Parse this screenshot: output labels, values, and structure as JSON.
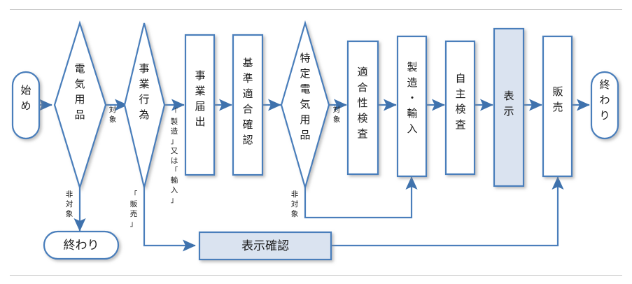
{
  "diagram": {
    "title_visible": false,
    "colors": {
      "stroke": "#4a7ebb",
      "fill_default": "#ffffff",
      "fill_highlight": "#dae3f0",
      "text": "#1a1a1a",
      "rule": "#c9c9c9",
      "background": "#ffffff"
    },
    "nodes": [
      {
        "id": "start",
        "shape": "terminator",
        "label": "始め",
        "orientation": "vertical",
        "filled": false
      },
      {
        "id": "denki-yohin",
        "shape": "decision",
        "label": "電気用品",
        "orientation": "vertical",
        "filled": false
      },
      {
        "id": "jigyo-koi",
        "shape": "decision",
        "label": "事業行為",
        "orientation": "vertical",
        "filled": false
      },
      {
        "id": "jigyo-todoke",
        "shape": "process",
        "label": "事業届出",
        "orientation": "vertical",
        "filled": false
      },
      {
        "id": "kijun-tekigo",
        "shape": "process",
        "label": "基準適合確認",
        "orientation": "vertical",
        "filled": false
      },
      {
        "id": "tokutei",
        "shape": "decision",
        "label": "特定電気用品",
        "orientation": "vertical",
        "filled": false
      },
      {
        "id": "tekigosei",
        "shape": "process",
        "label": "適合性検査",
        "orientation": "vertical",
        "filled": false
      },
      {
        "id": "seizo-yunyu",
        "shape": "process",
        "label": "製造・輸入",
        "orientation": "vertical",
        "filled": false
      },
      {
        "id": "jishu-kensa",
        "shape": "process",
        "label": "自主検査",
        "orientation": "vertical",
        "filled": false
      },
      {
        "id": "hyoji",
        "shape": "process",
        "label": "表示",
        "orientation": "vertical",
        "filled": true
      },
      {
        "id": "hanbai",
        "shape": "process",
        "label": "販売",
        "orientation": "vertical",
        "filled": false
      },
      {
        "id": "end-right",
        "shape": "terminator",
        "label": "終わり",
        "orientation": "vertical",
        "filled": false
      },
      {
        "id": "end-left",
        "shape": "terminator",
        "label": "終わり",
        "orientation": "horizontal",
        "filled": false
      },
      {
        "id": "hyoji-kakunin",
        "shape": "process",
        "label": "表示確認",
        "orientation": "horizontal",
        "filled": true
      }
    ],
    "edge_labels": [
      {
        "id": "lbl-taisho-1",
        "text": "対象",
        "orientation": "vertical",
        "from": "denki-yohin",
        "to": "jigyo-koi"
      },
      {
        "id": "lbl-hitaisho-1",
        "text": "非対象",
        "orientation": "vertical",
        "from": "denki-yohin",
        "to": "end-left"
      },
      {
        "id": "lbl-seizo-yunyu",
        "text": "「製造」又は「輸入」",
        "orientation": "vertical",
        "from": "jigyo-koi",
        "to": "jigyo-todoke"
      },
      {
        "id": "lbl-hanbai",
        "text": "「販売」",
        "orientation": "vertical",
        "from": "jigyo-koi",
        "to": "hyoji-kakunin"
      },
      {
        "id": "lbl-taisho-2",
        "text": "対象",
        "orientation": "vertical",
        "from": "tokutei",
        "to": "tekigosei"
      },
      {
        "id": "lbl-hitaisho-2",
        "text": "非対象",
        "orientation": "vertical",
        "from": "tokutei",
        "to": "seizo-yunyu"
      }
    ],
    "edges": [
      {
        "id": "e-start-denki",
        "from": "start",
        "to": "denki-yohin",
        "kind": "arrow"
      },
      {
        "id": "e-denki-jigyo",
        "from": "denki-yohin",
        "to": "jigyo-koi",
        "kind": "arrow"
      },
      {
        "id": "e-denki-endleft",
        "from": "denki-yohin",
        "to": "end-left",
        "kind": "arrow"
      },
      {
        "id": "e-jigyo-todoke",
        "from": "jigyo-koi",
        "to": "jigyo-todoke",
        "kind": "arrow"
      },
      {
        "id": "e-jigyo-hyojikakunin",
        "from": "jigyo-koi",
        "to": "hyoji-kakunin",
        "kind": "arrow"
      },
      {
        "id": "e-todoke-kijun",
        "from": "jigyo-todoke",
        "to": "kijun-tekigo",
        "kind": "arrow"
      },
      {
        "id": "e-kijun-tokutei",
        "from": "kijun-tekigo",
        "to": "tokutei",
        "kind": "arrow"
      },
      {
        "id": "e-tokutei-tekigosei",
        "from": "tokutei",
        "to": "tekigosei",
        "kind": "arrow"
      },
      {
        "id": "e-tokutei-seizo",
        "from": "tokutei",
        "to": "seizo-yunyu",
        "kind": "arrow"
      },
      {
        "id": "e-tekigosei-seizo",
        "from": "tekigosei",
        "to": "seizo-yunyu",
        "kind": "arrow"
      },
      {
        "id": "e-seizo-jishu",
        "from": "seizo-yunyu",
        "to": "jishu-kensa",
        "kind": "arrow"
      },
      {
        "id": "e-jishu-hyoji",
        "from": "jishu-kensa",
        "to": "hyoji",
        "kind": "arrow"
      },
      {
        "id": "e-hyoji-hanbai",
        "from": "hyoji",
        "to": "hanbai",
        "kind": "arrow"
      },
      {
        "id": "e-hanbai-end",
        "from": "hanbai",
        "to": "end-right",
        "kind": "arrow"
      },
      {
        "id": "e-hyojikakunin-hanbai",
        "from": "hyoji-kakunin",
        "to": "hanbai",
        "kind": "arrow"
      }
    ]
  }
}
